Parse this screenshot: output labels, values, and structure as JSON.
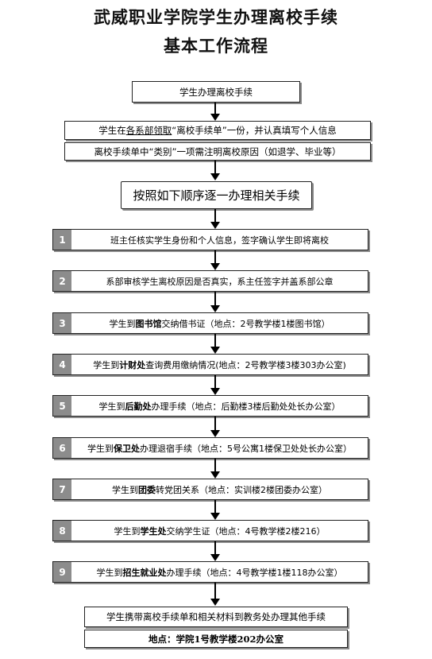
{
  "title_line1": "武威职业学院学生办理离校手续",
  "title_line2": "基本工作流程",
  "start_box": "学生办理离校手续",
  "info_line1": {
    "pre": "学生在",
    "underlined": "各系部领取",
    "post": "“离校手续单”一份，并认真填写个人信息"
  },
  "info_line2": "离校手续单中“类别”一项需注明离校原因（如退学、毕业等）",
  "instruction": "按照如下顺序逐一办理相关手续",
  "steps": [
    {
      "num": "1",
      "pre": "班主任核实学生身份和个人信息，签字确认学生即将离校",
      "bold": "",
      "post": ""
    },
    {
      "num": "2",
      "pre": "系部审核学生离校原因是否真实，系主任签字并盖系部公章",
      "bold": "",
      "post": ""
    },
    {
      "num": "3",
      "pre": "学生到",
      "bold": "图书馆",
      "post": "交纳借书证（地点：2号教学楼1楼图书馆）"
    },
    {
      "num": "4",
      "pre": "学生到",
      "bold": "计财处",
      "post": "查询费用缴纳情况(地点：2号教学楼3楼303办公室)"
    },
    {
      "num": "5",
      "pre": "学生到",
      "bold": "后勤处",
      "post": "办理手续（地点：后勤楼3楼后勤处处长办公室）"
    },
    {
      "num": "6",
      "pre": "学生到",
      "bold": "保卫处",
      "post": "办理退宿手续（地点：5号公寓1楼保卫处处长办公室）"
    },
    {
      "num": "7",
      "pre": "学生到",
      "bold": "团委",
      "post": "转党团关系（地点：实训楼2楼团委办公室）"
    },
    {
      "num": "8",
      "pre": "学生到",
      "bold": "学生处",
      "post": "交纳学生证（地点：4号教学楼2楼216）"
    },
    {
      "num": "9",
      "pre": "学生到",
      "bold": "招生就业处",
      "post": "办理手续（地点：4号教学楼1楼118办公室）"
    }
  ],
  "final_line1": "学生携带离校手续单和相关材料到教务处办理其他手续",
  "final_line2": "地点：学院1号教学楼202办公室"
}
